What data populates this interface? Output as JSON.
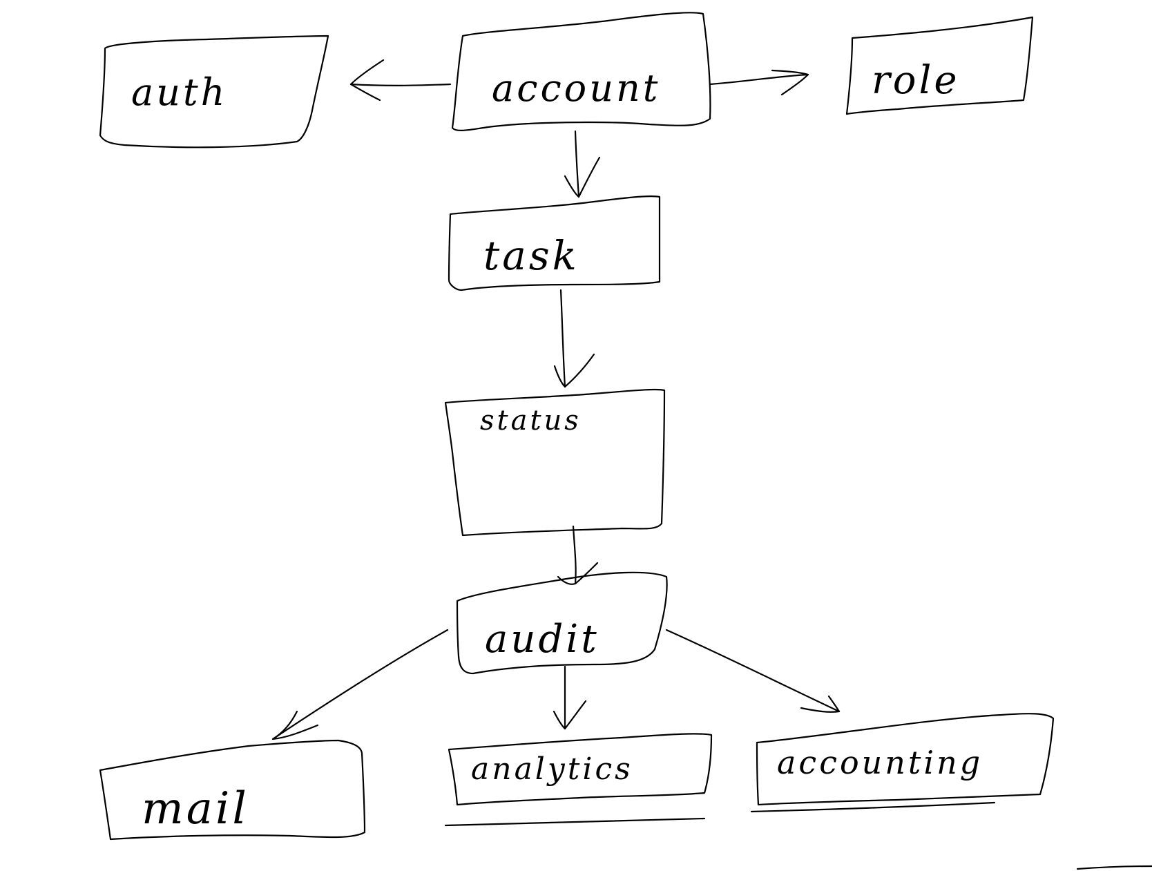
{
  "diagram": {
    "stroke_color": "#000000",
    "background_color": "#ffffff",
    "nodes": [
      {
        "id": "auth",
        "label": "auth"
      },
      {
        "id": "account",
        "label": "account"
      },
      {
        "id": "role",
        "label": "role"
      },
      {
        "id": "task",
        "label": "task"
      },
      {
        "id": "status",
        "label": "status"
      },
      {
        "id": "audit",
        "label": "audit"
      },
      {
        "id": "mail",
        "label": "mail"
      },
      {
        "id": "analytics",
        "label": "analytics"
      },
      {
        "id": "accounting",
        "label": "accounting"
      }
    ],
    "edges": [
      {
        "from": "account",
        "to": "auth"
      },
      {
        "from": "account",
        "to": "role"
      },
      {
        "from": "account",
        "to": "task"
      },
      {
        "from": "task",
        "to": "status"
      },
      {
        "from": "status",
        "to": "audit"
      },
      {
        "from": "audit",
        "to": "mail"
      },
      {
        "from": "audit",
        "to": "analytics"
      },
      {
        "from": "audit",
        "to": "accounting"
      }
    ]
  }
}
